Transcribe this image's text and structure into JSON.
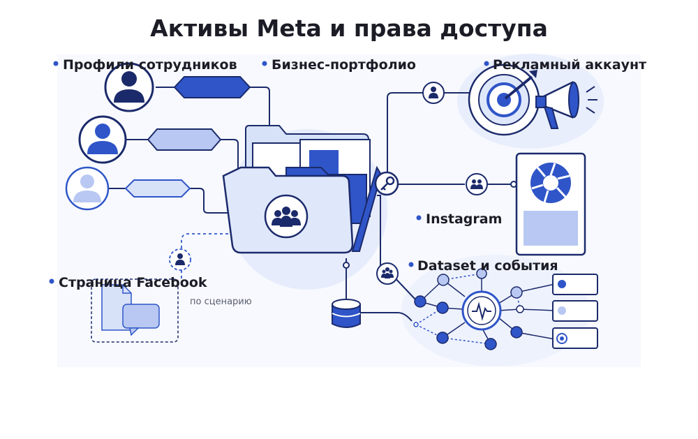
{
  "title": "Активы Meta и права доступа",
  "labels": {
    "profiles": "Профили сотрудников",
    "business": "Бизнес-портфолио",
    "adaccount": "Рекламный аккаунт",
    "instagram": "Instagram",
    "dataset": "Dataset и события",
    "facebook": "Страница Facebook",
    "scenario": "по сценарию"
  },
  "colors": {
    "accent": "#2f55c8",
    "dark": "#1b2a6b",
    "light": "#b8c8f2",
    "bg": "#e9eefc",
    "text": "#1c1c26"
  }
}
